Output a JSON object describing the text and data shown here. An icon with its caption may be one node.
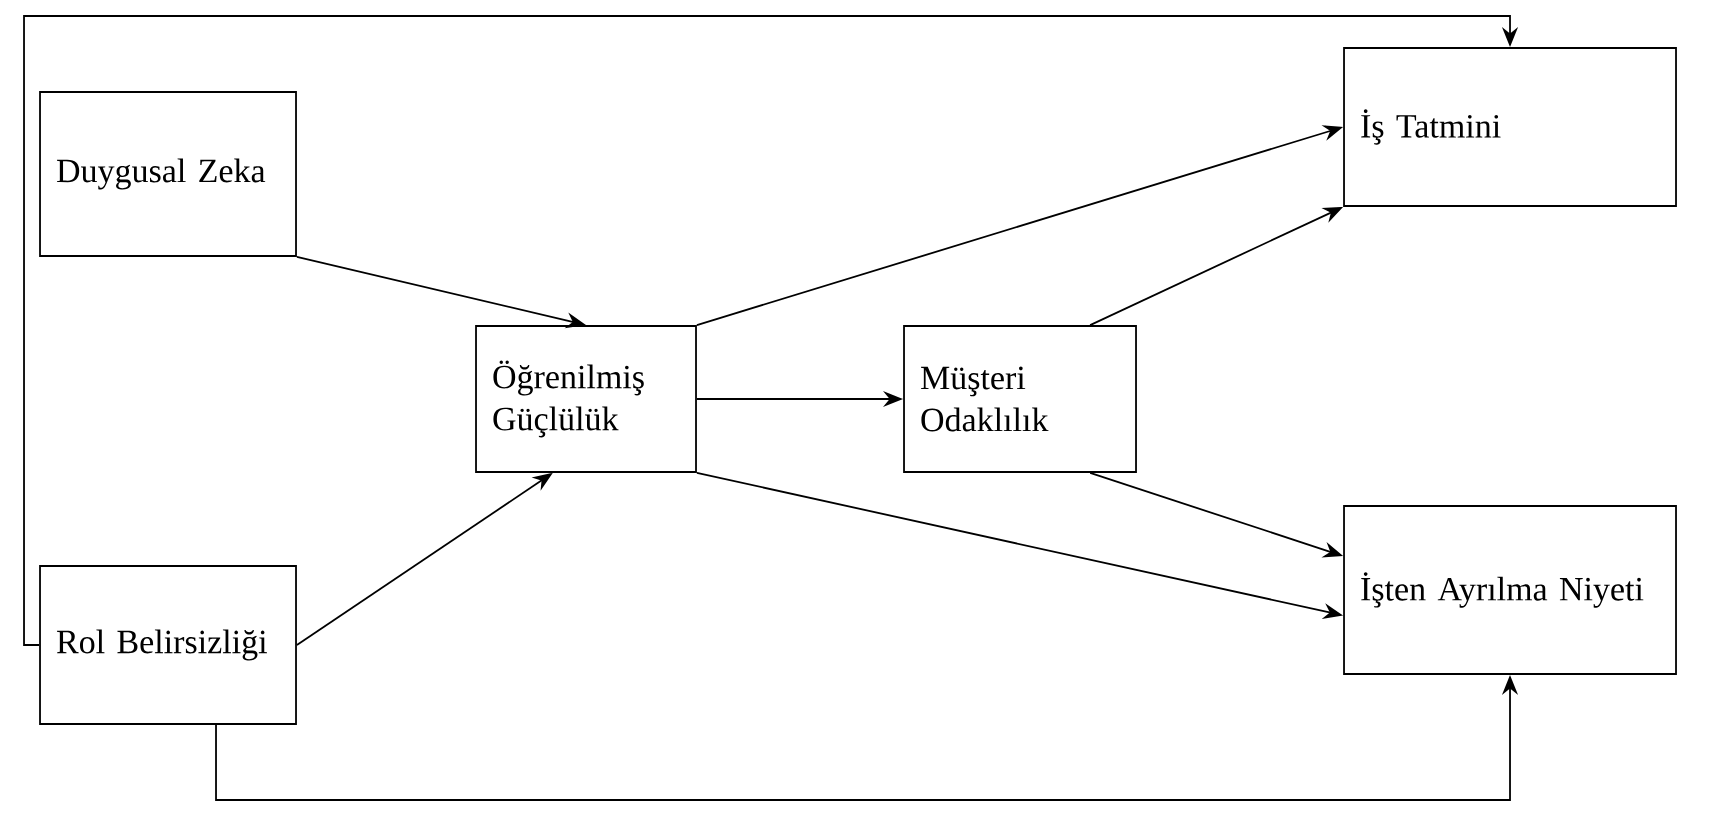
{
  "diagram": {
    "nodes": [
      {
        "text": [
          "Duygusal Zeka"
        ]
      },
      {
        "text": [
          "Öğrenilmiş Güçlülük"
        ]
      },
      {
        "text": [
          "Müşteri Odaklılık"
        ]
      },
      {
        "text": [
          "İş Tatmini"
        ]
      },
      {
        "text": [
          "Rol Belirsizliği"
        ]
      },
      {
        "text": [
          "İşten Ayrılma Niyeti"
        ]
      }
    ],
    "edges": [
      {
        "from": 0,
        "to": 1,
        "arrow": "to"
      },
      {
        "from": 1,
        "to": 3,
        "arrow": "to"
      },
      {
        "from": 1,
        "to": 2,
        "arrow": "to"
      },
      {
        "from": 2,
        "to": 3,
        "arrow": "to"
      },
      {
        "from": 2,
        "to": 5,
        "arrow": "to"
      },
      {
        "from": 1,
        "to": 5,
        "arrow": "to"
      },
      {
        "from": 4,
        "to": 1,
        "arrow": "to"
      },
      {
        "from": 4,
        "to": 3,
        "arrow": "to"
      },
      {
        "from": 4,
        "to": 5,
        "arrow": "to"
      }
    ]
  }
}
